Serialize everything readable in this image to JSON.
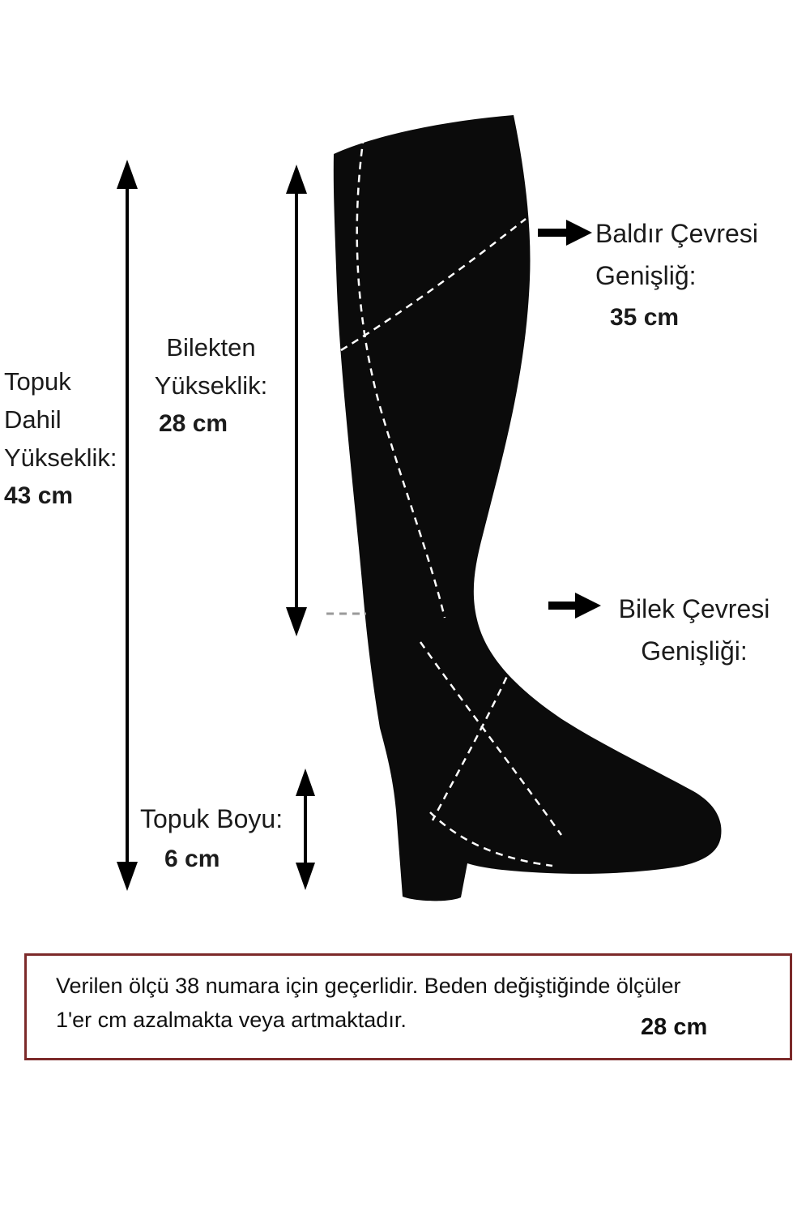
{
  "colors": {
    "boot": "#0b0b0b",
    "stitch": "#ffffff",
    "arrow": "#000000",
    "box_border": "#7c2a2a",
    "dash_hint": "#9a9a9a"
  },
  "measurements": {
    "total_height": {
      "line1": "Topuk",
      "line2": "Dahil",
      "line3": "Yükseklik:",
      "value": "43 cm"
    },
    "ankle_height": {
      "line1": "Bilekten",
      "line2": "Yükseklik:",
      "value": "28 cm"
    },
    "calf_width": {
      "line1": "Baldır Çevresi",
      "line2": "Genişliğ:",
      "value": "35 cm"
    },
    "ankle_width": {
      "line1": "Bilek Çevresi",
      "line2": "Genişliği:"
    },
    "heel": {
      "label": "Topuk Boyu:",
      "value": "6 cm"
    }
  },
  "footer": {
    "line1": "Verilen ölçü 38 numara için geçerlidir. Beden değiştiğinde  ölçüler",
    "line2": "1'er cm  azalmakta veya artmaktadır.",
    "value": "28 cm"
  }
}
